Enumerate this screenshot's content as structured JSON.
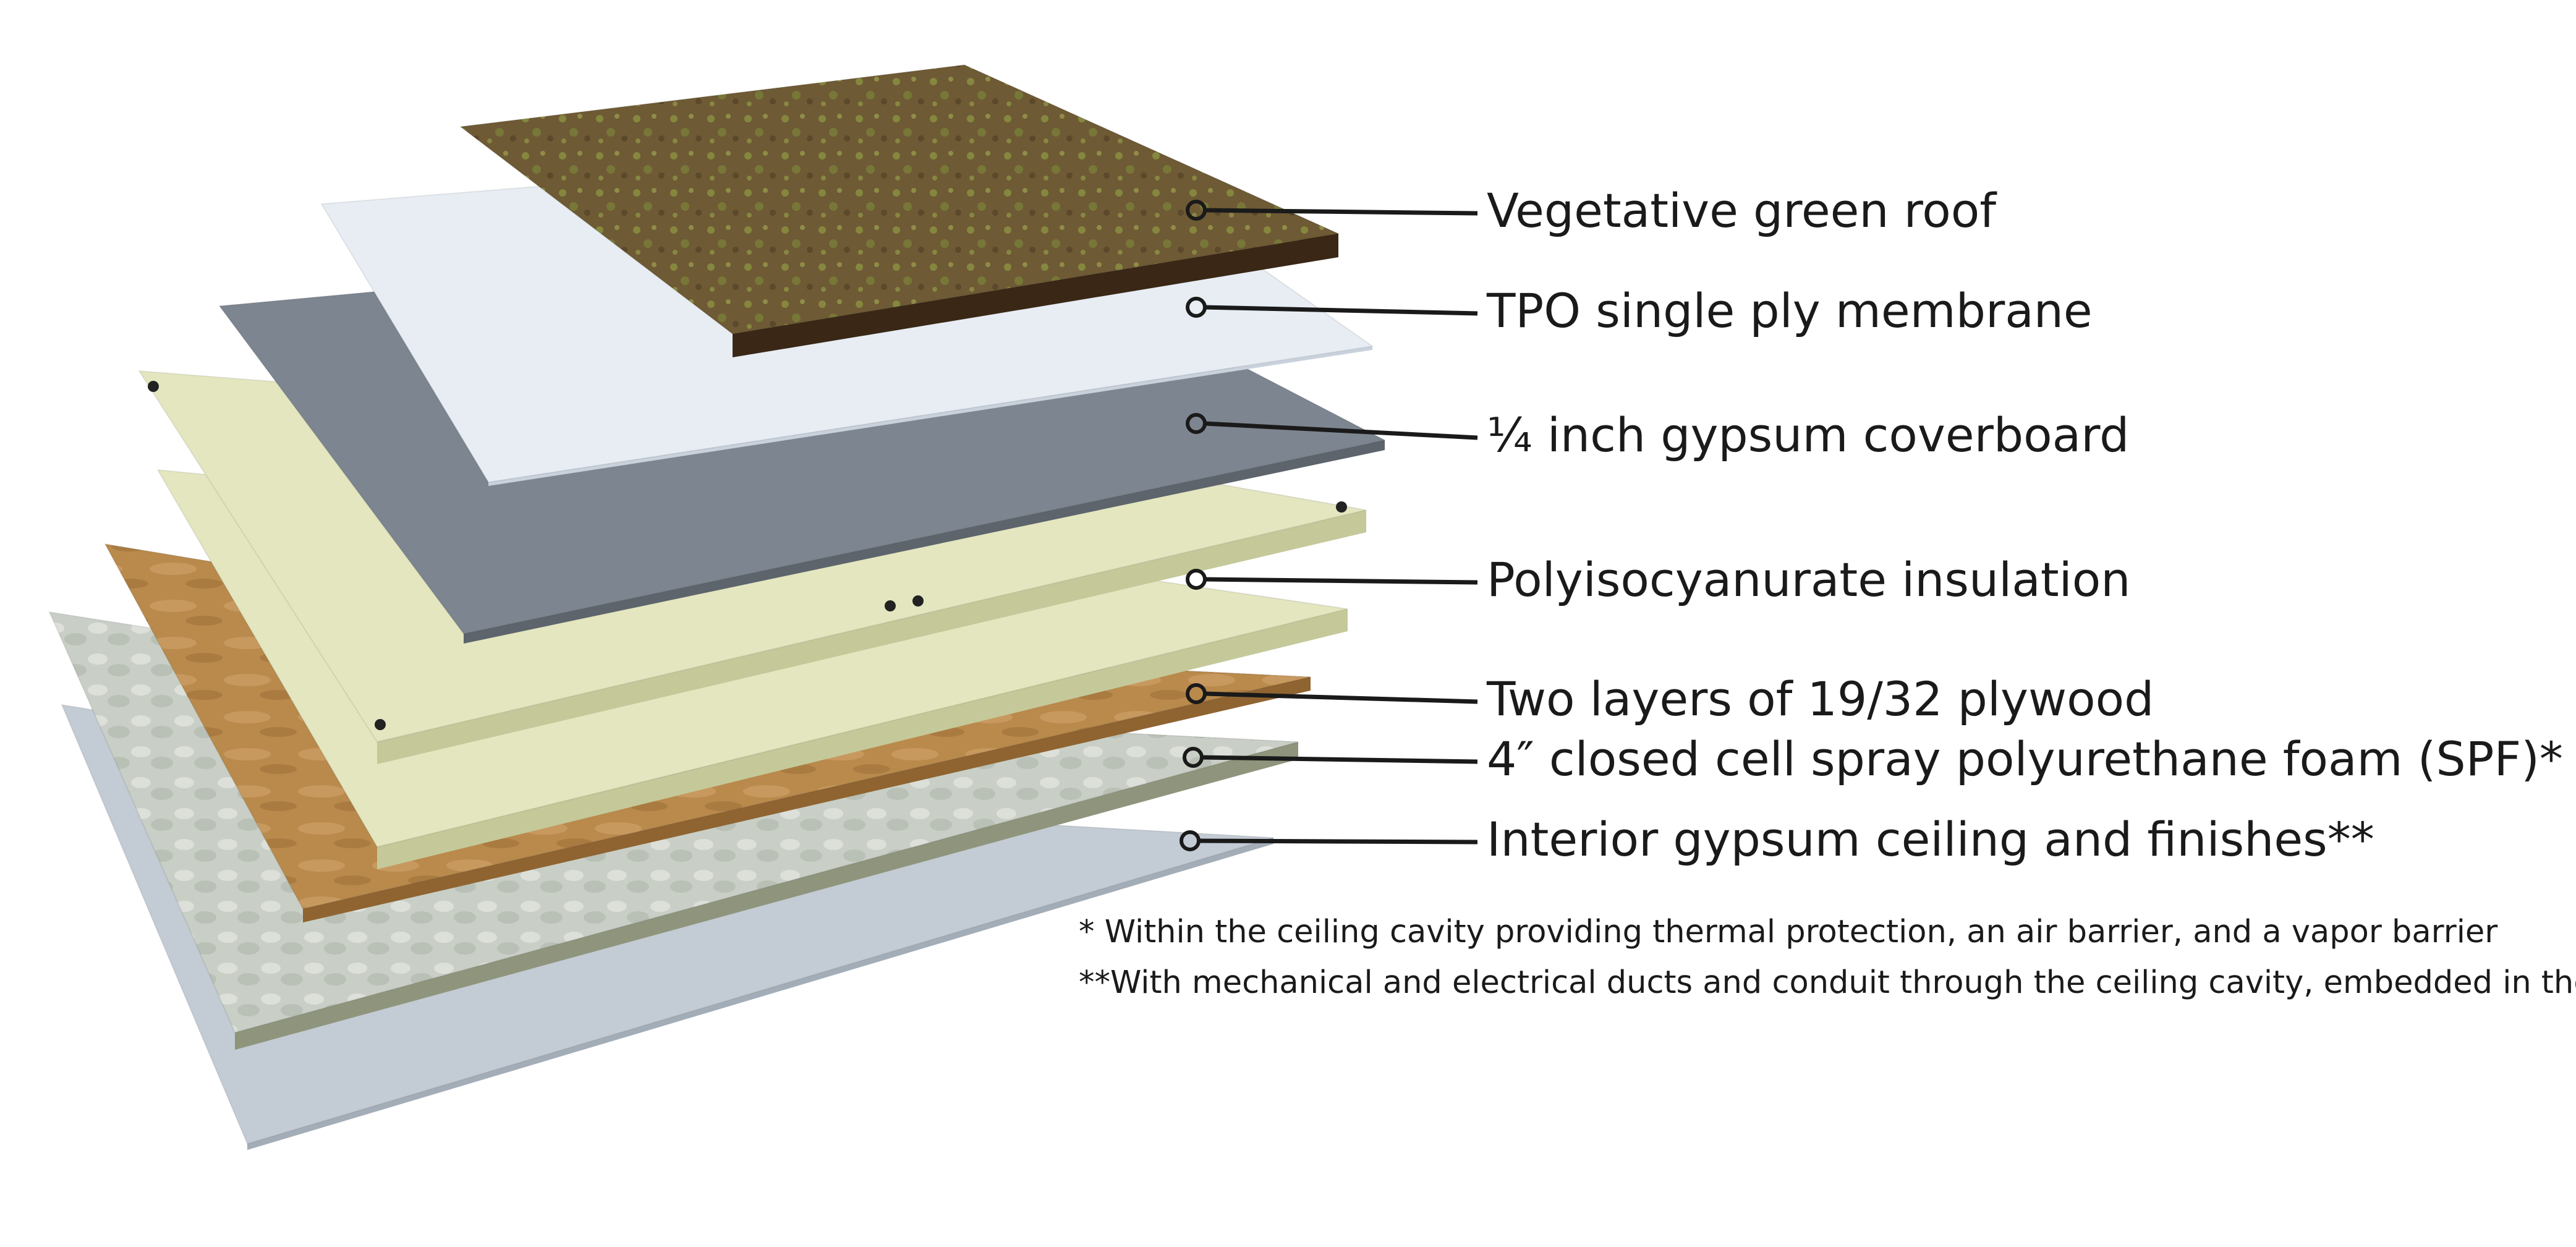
{
  "diagram": {
    "layers": [
      {
        "name": "green-roof",
        "label": "Vegetative green roof",
        "top": "#6e5a34",
        "side": "#3a2716"
      },
      {
        "name": "tpo-membrane",
        "label": " TPO single ply membrane",
        "top": "#e7edf3",
        "side": "#c9d2dc"
      },
      {
        "name": "gypsum-coverboard",
        "label": "¼ inch gypsum coverboard",
        "top": "#7d8590",
        "side": "#5d646c"
      },
      {
        "name": "polyiso-insulation",
        "label": "Polyisocyanurate insulation",
        "top": "#e3e6bf",
        "side": "#c5c99a"
      },
      {
        "name": "plywood",
        "label": "Two layers of 19/32 plywood",
        "top": "#b98a4c",
        "side": "#8f6431"
      },
      {
        "name": "spray-foam",
        "label": "4″ closed cell spray polyurethane foam (SPF)*",
        "top": "#c9cfc6",
        "side": "#8f957c"
      },
      {
        "name": "interior-ceiling",
        "label": "Interior gypsum ceiling and finishes**",
        "top": "#c3cbd4",
        "side": "#a3adb8"
      }
    ],
    "footnotes": [
      "* Within the ceiling cavity providing thermal protection, an air barrier, and a vapor barrier",
      "**With mechanical and electrical ducts and conduit through the ceiling cavity, embedded in the SPF"
    ],
    "colors": {
      "text": "#1a1a1a",
      "leader": "#1a1a1a",
      "grass": "#8f9a45",
      "soil_dark": "#4a3520",
      "insulation_shade": "#cfd3a6",
      "fastener": "#222222"
    }
  }
}
